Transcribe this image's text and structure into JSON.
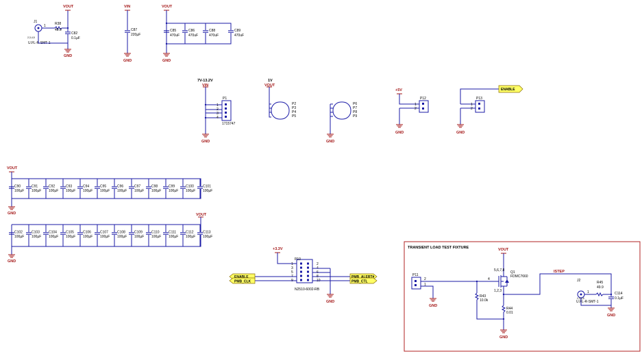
{
  "nets": {
    "vout": "VOUT",
    "vin": "VIN",
    "gnd": "GND",
    "p5v": "+5V",
    "p3v3": "+3.3V",
    "enable": "ENABLE",
    "pmb_clk": "PMB_CLK",
    "pmb_alert": "PMB_ALERT#",
    "pmb_ctl": "PMB_CTL",
    "istep": "ISTEP"
  },
  "top_left": {
    "j1": "J1",
    "j1_pins": "2,3,4,5",
    "j1_pin1": "1",
    "j1_part": "U.FL-R-SMT-1",
    "r38": "R38",
    "r38_val": "49.9",
    "c82": "C82",
    "c82_val": "0.1µF",
    "c87": "C87",
    "c87_val": "220µF",
    "c85": "C85",
    "c86": "C86",
    "c88": "C88",
    "c89": "C89",
    "c_bulk_val": "470uF"
  },
  "input": {
    "range": "7V-13.2V",
    "p1": "P1",
    "p1_part": "1715747",
    "p1_pins": [
      "1",
      "2",
      "3",
      "4"
    ],
    "v1": "1V",
    "p2": "P2",
    "p3": "P3",
    "p4": "P4",
    "p5": "P5",
    "p6": "P6",
    "p7": "P7",
    "p8": "P8",
    "p9": "P9",
    "p12": "P12",
    "p12_pins": [
      "1",
      "2"
    ],
    "p13": "P13",
    "p13_pins": [
      "1",
      "2"
    ]
  },
  "cap_row1": {
    "refs": [
      "C90",
      "C91",
      "C92",
      "C93",
      "C94",
      "C95",
      "C96",
      "C97",
      "C98",
      "C99",
      "C100",
      "C101"
    ],
    "val": "100µF"
  },
  "cap_row2": {
    "refs": [
      "C102",
      "C103",
      "C104",
      "C105",
      "C106",
      "C107",
      "C108",
      "C109",
      "C110",
      "C111",
      "C112",
      "C113"
    ],
    "val": "100µF"
  },
  "p10": {
    "ref": "P10",
    "part": "N2510-6002-RB",
    "left_pins": [
      "1",
      "3",
      "5",
      "7",
      "9"
    ],
    "right_pins": [
      "2",
      "4",
      "6",
      "8",
      "10"
    ]
  },
  "fixture": {
    "title": "TRANSIENT LOAD TEST FIXTURE",
    "p11": "P11",
    "p11_pins": [
      "2",
      "1"
    ],
    "q1": "Q1",
    "q1_part": "FDMC7660",
    "q1_pins": "5,6,7,8",
    "q1_gate": "4",
    "q1_src": "1,2,3",
    "r43": "R43",
    "r43_val": "10.0k",
    "r44": "R44",
    "r44_val": "0.01",
    "j2": "J2",
    "j2_pins": "2,3,4,5",
    "j2_pin1": "1",
    "j2_part": "U.FL-R-SMT-1",
    "r45": "R45",
    "r45_val": "49.9",
    "c114": "C114",
    "c114_val": "0.1µF"
  }
}
